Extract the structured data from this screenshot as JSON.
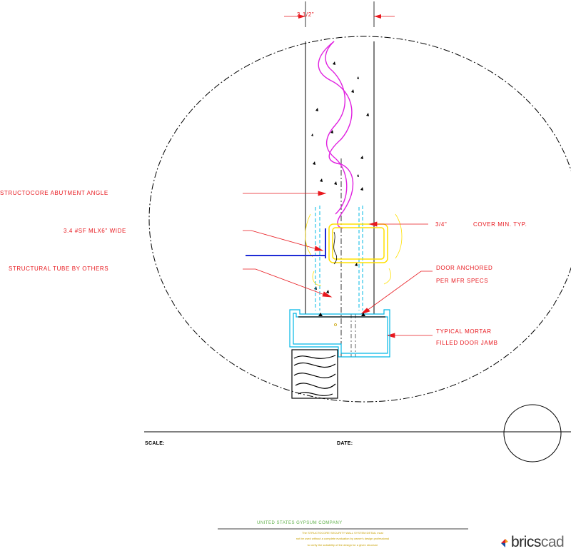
{
  "dimension": {
    "width_label": "3 1/2\""
  },
  "callouts": {
    "abutment_angle": "STRUCTOCORE ABUTMENT ANGLE",
    "sf_mlx": "3.4 #SF MLX6\" WIDE",
    "structural_tube": "STRUCTURAL TUBE BY OTHERS",
    "cover_size": "3/4\"",
    "cover_text": "COVER MIN. TYP.",
    "door_anchored_1": "DOOR ANCHORED",
    "door_anchored_2": "PER MFR SPECS",
    "mortar_1": "TYPICAL MORTAR",
    "mortar_2": "FILLED DOOR JAMB"
  },
  "titleblock": {
    "scale_label": "SCALE:",
    "date_label": "DATE:"
  },
  "footer": {
    "company": "UNITED STATES GYPSUM COMPANY",
    "note_1": "The STRUCTOCORE SECURITY WALL SYSTEM DETAIL must",
    "note_2": "not be used without a complete evaluation by owner's design professional",
    "note_3": "to verify the suitability of the design for a given structure"
  },
  "logo": {
    "brand_a": "brics",
    "brand_b": "cad"
  },
  "colors": {
    "callout": "#e8181e",
    "rebar": "#00b8e6",
    "wave": "#e020e0",
    "angle": "#ffe000",
    "tube": "#1e2bd6",
    "jamb": "#00b8e6",
    "footer": "#5fb04a"
  }
}
